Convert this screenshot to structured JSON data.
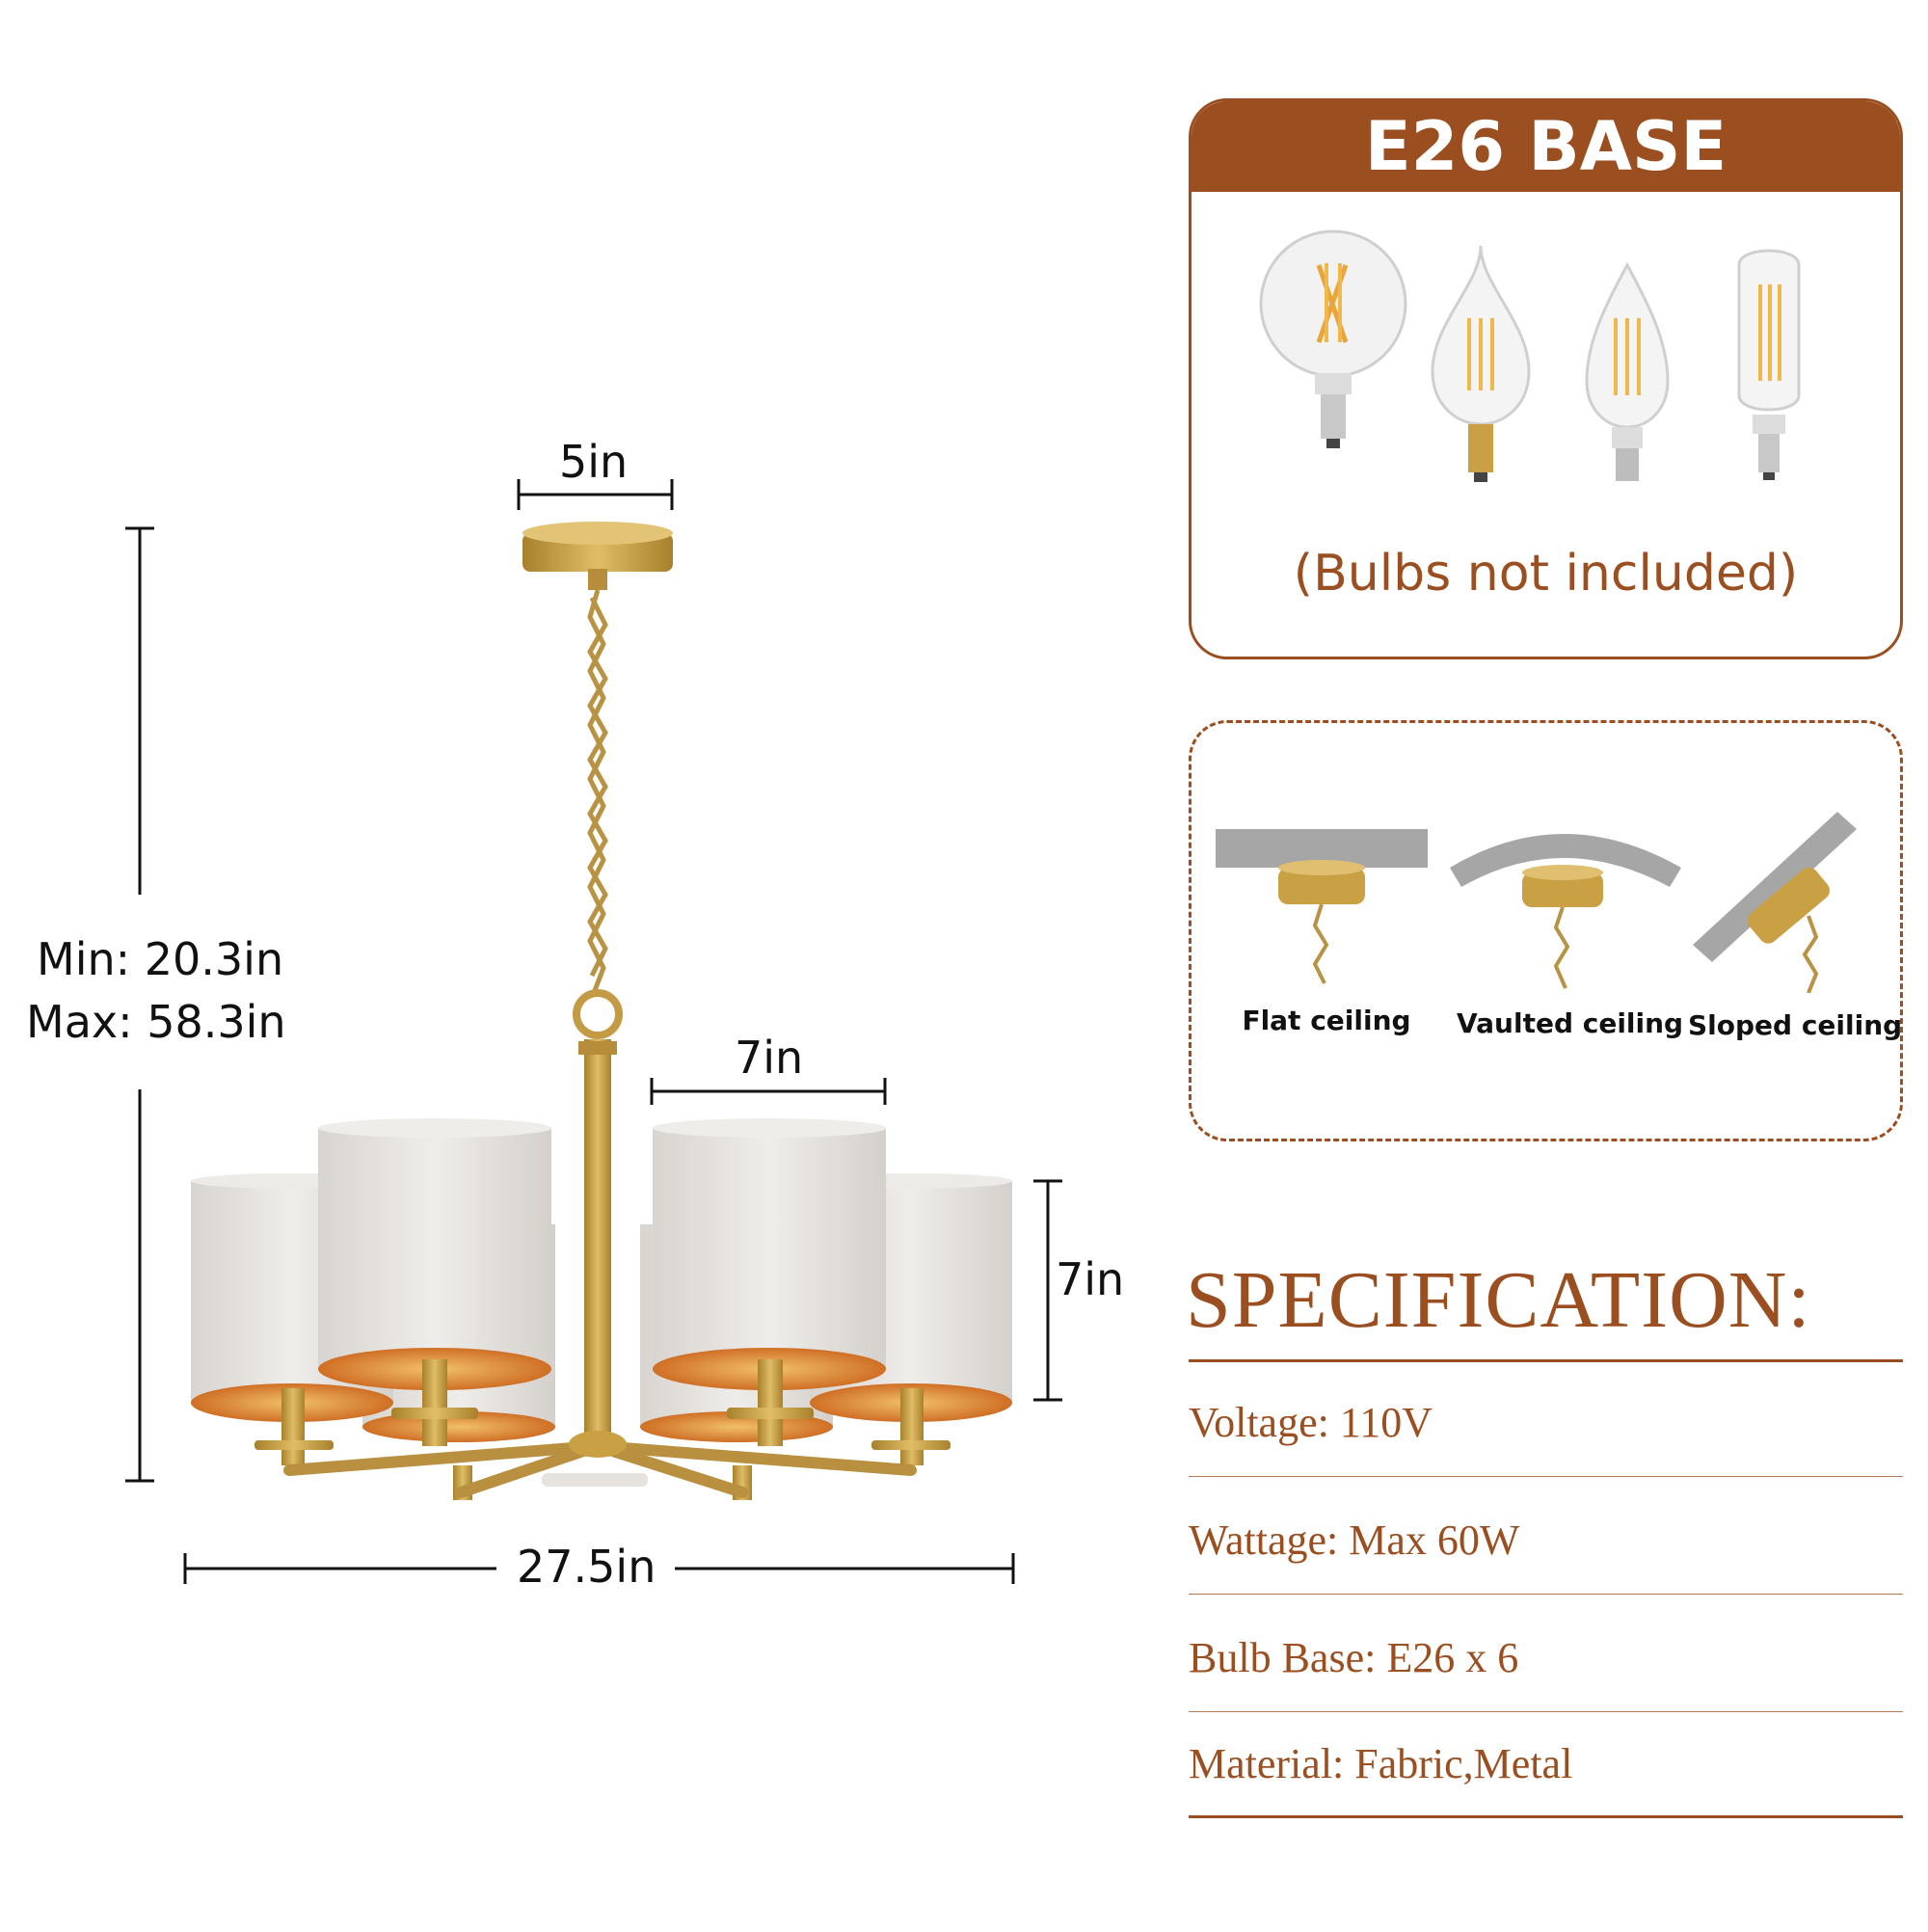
{
  "dimensions": {
    "canopy_width": "5in",
    "height_min": "Min: 20.3in",
    "height_max": "Max: 58.3in",
    "shade_width": "7in",
    "shade_height": "7in",
    "overall_width": "27.5in"
  },
  "base_card": {
    "title": "E26 BASE",
    "note": "(Bulbs not included)",
    "bulb_icons": [
      "globe-bulb-icon",
      "flame-tip-bulb-icon",
      "candle-bulb-icon",
      "tubular-bulb-icon"
    ]
  },
  "install_card": {
    "options": [
      {
        "label": "Flat ceiling",
        "icon": "flat-ceiling-icon"
      },
      {
        "label": "Vaulted ceiling",
        "icon": "vaulted-ceiling-icon"
      },
      {
        "label": "Sloped ceiling",
        "icon": "sloped-ceiling-icon"
      }
    ]
  },
  "specification": {
    "title": "SPECIFICATION:",
    "items": [
      "Voltage: 110V",
      "Wattage: Max 60W",
      "Bulb Base: E26 x 6",
      "Material: Fabric,Metal"
    ]
  },
  "colors": {
    "accent": "#9b4f20",
    "brass": "#c9a044",
    "shade": "#e6e3df",
    "shade_inner": "#d9822b"
  }
}
